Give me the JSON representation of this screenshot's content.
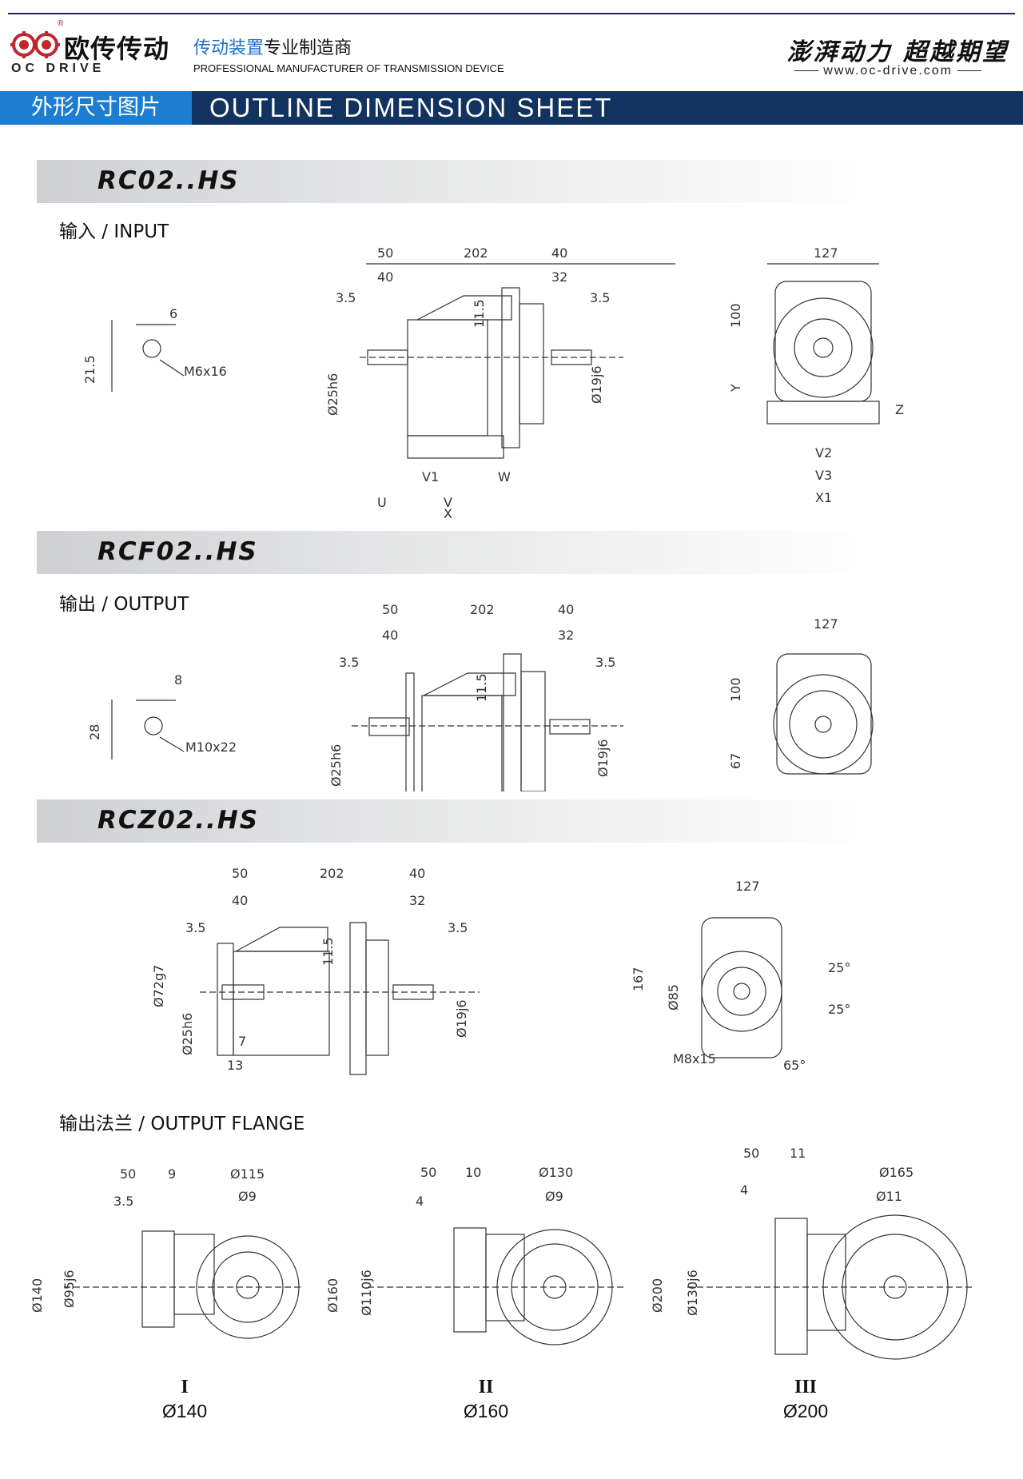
{
  "header": {
    "brand_cn": "欧传传动",
    "brand_en": "OC DRIVE",
    "logo_letters": "DRIVE",
    "tagline_cn_blue": "传动装置",
    "tagline_cn_black": "专业制造商",
    "tagline_en": "PROFESSIONAL MANUFACTURER OF TRANSMISSION DEVICE",
    "slogan": "澎湃动力 超越期望",
    "website": "www.oc-drive.com"
  },
  "banner": {
    "title_cn": "外形尺寸图片",
    "title_en": "OUTLINE DIMENSION SHEET"
  },
  "sections": [
    {
      "title": "RC02..HS",
      "sublabel": "输入 / INPUT",
      "key": {
        "width": "6",
        "height": "21.5",
        "thread": "M6x16"
      },
      "side_dims": [
        "50",
        "40",
        "202",
        "40",
        "32",
        "3.5",
        "3.5",
        "11.5",
        "Ø25h6",
        "Ø19j6",
        "V1",
        "W",
        "U",
        "V",
        "X"
      ],
      "front_dims": [
        "127",
        "100",
        "Y",
        "Z",
        "V2",
        "V3",
        "X1"
      ]
    },
    {
      "title": "RCF02..HS",
      "sublabel": "输出 / OUTPUT",
      "key": {
        "width": "8",
        "height": "28",
        "thread": "M10x22"
      },
      "side_dims": [
        "50",
        "40",
        "202",
        "40",
        "32",
        "3.5",
        "3.5",
        "11.5",
        "Ø25h6",
        "Ø19j6"
      ],
      "front_dims": [
        "127",
        "100",
        "67"
      ]
    },
    {
      "title": "RCZ02..HS",
      "side_dims": [
        "50",
        "40",
        "202",
        "40",
        "32",
        "3.5",
        "3.5",
        "11.5",
        "Ø72g7",
        "Ø25h6",
        "Ø19j6",
        "7",
        "13"
      ],
      "front_dims": [
        "127",
        "167",
        "Ø85",
        "25°",
        "25°",
        "65°",
        "M8x15"
      ]
    }
  ],
  "flanges": {
    "label": "输出法兰 / OUTPUT FLANGE",
    "items": [
      {
        "roman": "I",
        "diameter": "Ø140",
        "dims": [
          "50",
          "9",
          "3.5",
          "Ø140",
          "Ø95j6",
          "Ø115",
          "Ø9"
        ]
      },
      {
        "roman": "II",
        "diameter": "Ø160",
        "dims": [
          "50",
          "10",
          "4",
          "Ø160",
          "Ø110j6",
          "Ø130",
          "Ø9"
        ]
      },
      {
        "roman": "III",
        "diameter": "Ø200",
        "dims": [
          "50",
          "11",
          "4",
          "Ø200",
          "Ø130j6",
          "Ø165",
          "Ø11"
        ]
      }
    ]
  }
}
